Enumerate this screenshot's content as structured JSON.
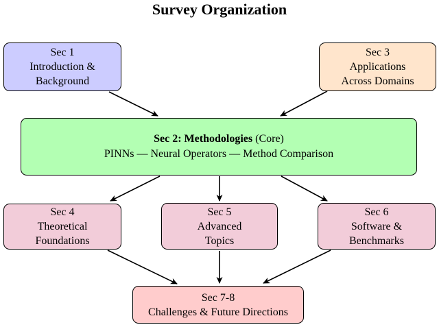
{
  "title": "Survey Organization",
  "colors": {
    "sec1_fill": "#ccccff",
    "sec2_fill": "#b3ffb3",
    "sec3_fill": "#ffe5cc",
    "middle_row_fill": "#f2ccd9",
    "bottom_fill": "#ffcccc",
    "border": "#000000",
    "arrow": "#000000"
  },
  "boxes": {
    "sec1": {
      "lines": [
        "Sec 1",
        "Introduction &",
        "Background"
      ],
      "fill": "#ccccff"
    },
    "sec3": {
      "lines": [
        "Sec 3",
        "Applications",
        "Across Domains"
      ],
      "fill": "#ffe5cc"
    },
    "sec2": {
      "heading_bold": "Sec 2: Methodologies",
      "heading_tail": "(Core)",
      "subtitle": "PINNs — Neural Operators — Method Comparison",
      "fill": "#b3ffb3"
    },
    "sec4": {
      "lines": [
        "Sec 4",
        "Theoretical",
        "Foundations"
      ],
      "fill": "#f2ccd9"
    },
    "sec5": {
      "lines": [
        "Sec 5",
        "Advanced",
        "Topics"
      ],
      "fill": "#f2ccd9"
    },
    "sec6": {
      "lines": [
        "Sec 6",
        "Software &",
        "Benchmarks"
      ],
      "fill": "#f2ccd9"
    },
    "sec78": {
      "lines": [
        "Sec 7-8",
        "Challenges & Future Directions"
      ],
      "fill": "#ffcccc"
    }
  }
}
